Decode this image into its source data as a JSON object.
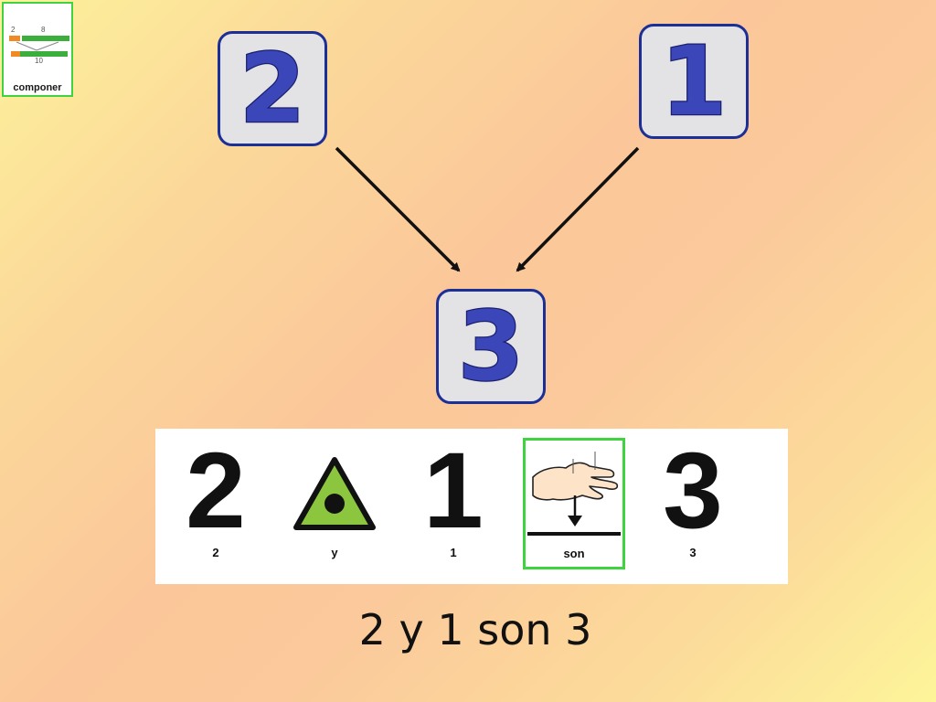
{
  "thumbnail": {
    "label": "componer",
    "part_a": "2",
    "part_b": "8",
    "total": "10"
  },
  "tiles": {
    "left": "2",
    "right": "1",
    "result": "3"
  },
  "pictograms": [
    {
      "glyph": "2",
      "caption": "2",
      "icon": "number-two"
    },
    {
      "glyph": "",
      "caption": "y",
      "icon": "triangle-dot-icon"
    },
    {
      "glyph": "1",
      "caption": "1",
      "icon": "number-one"
    },
    {
      "glyph": "",
      "caption": "son",
      "icon": "hand-down-icon"
    },
    {
      "glyph": "3",
      "caption": "3",
      "icon": "number-three"
    }
  ],
  "sentence": "2 y 1 son 3",
  "colors": {
    "tile_border": "#1c2f96",
    "tile_fill": "#e3e3e6",
    "digit": "#3b46b8",
    "highlight": "#3fd33f",
    "triangle": "#8cc63f"
  }
}
